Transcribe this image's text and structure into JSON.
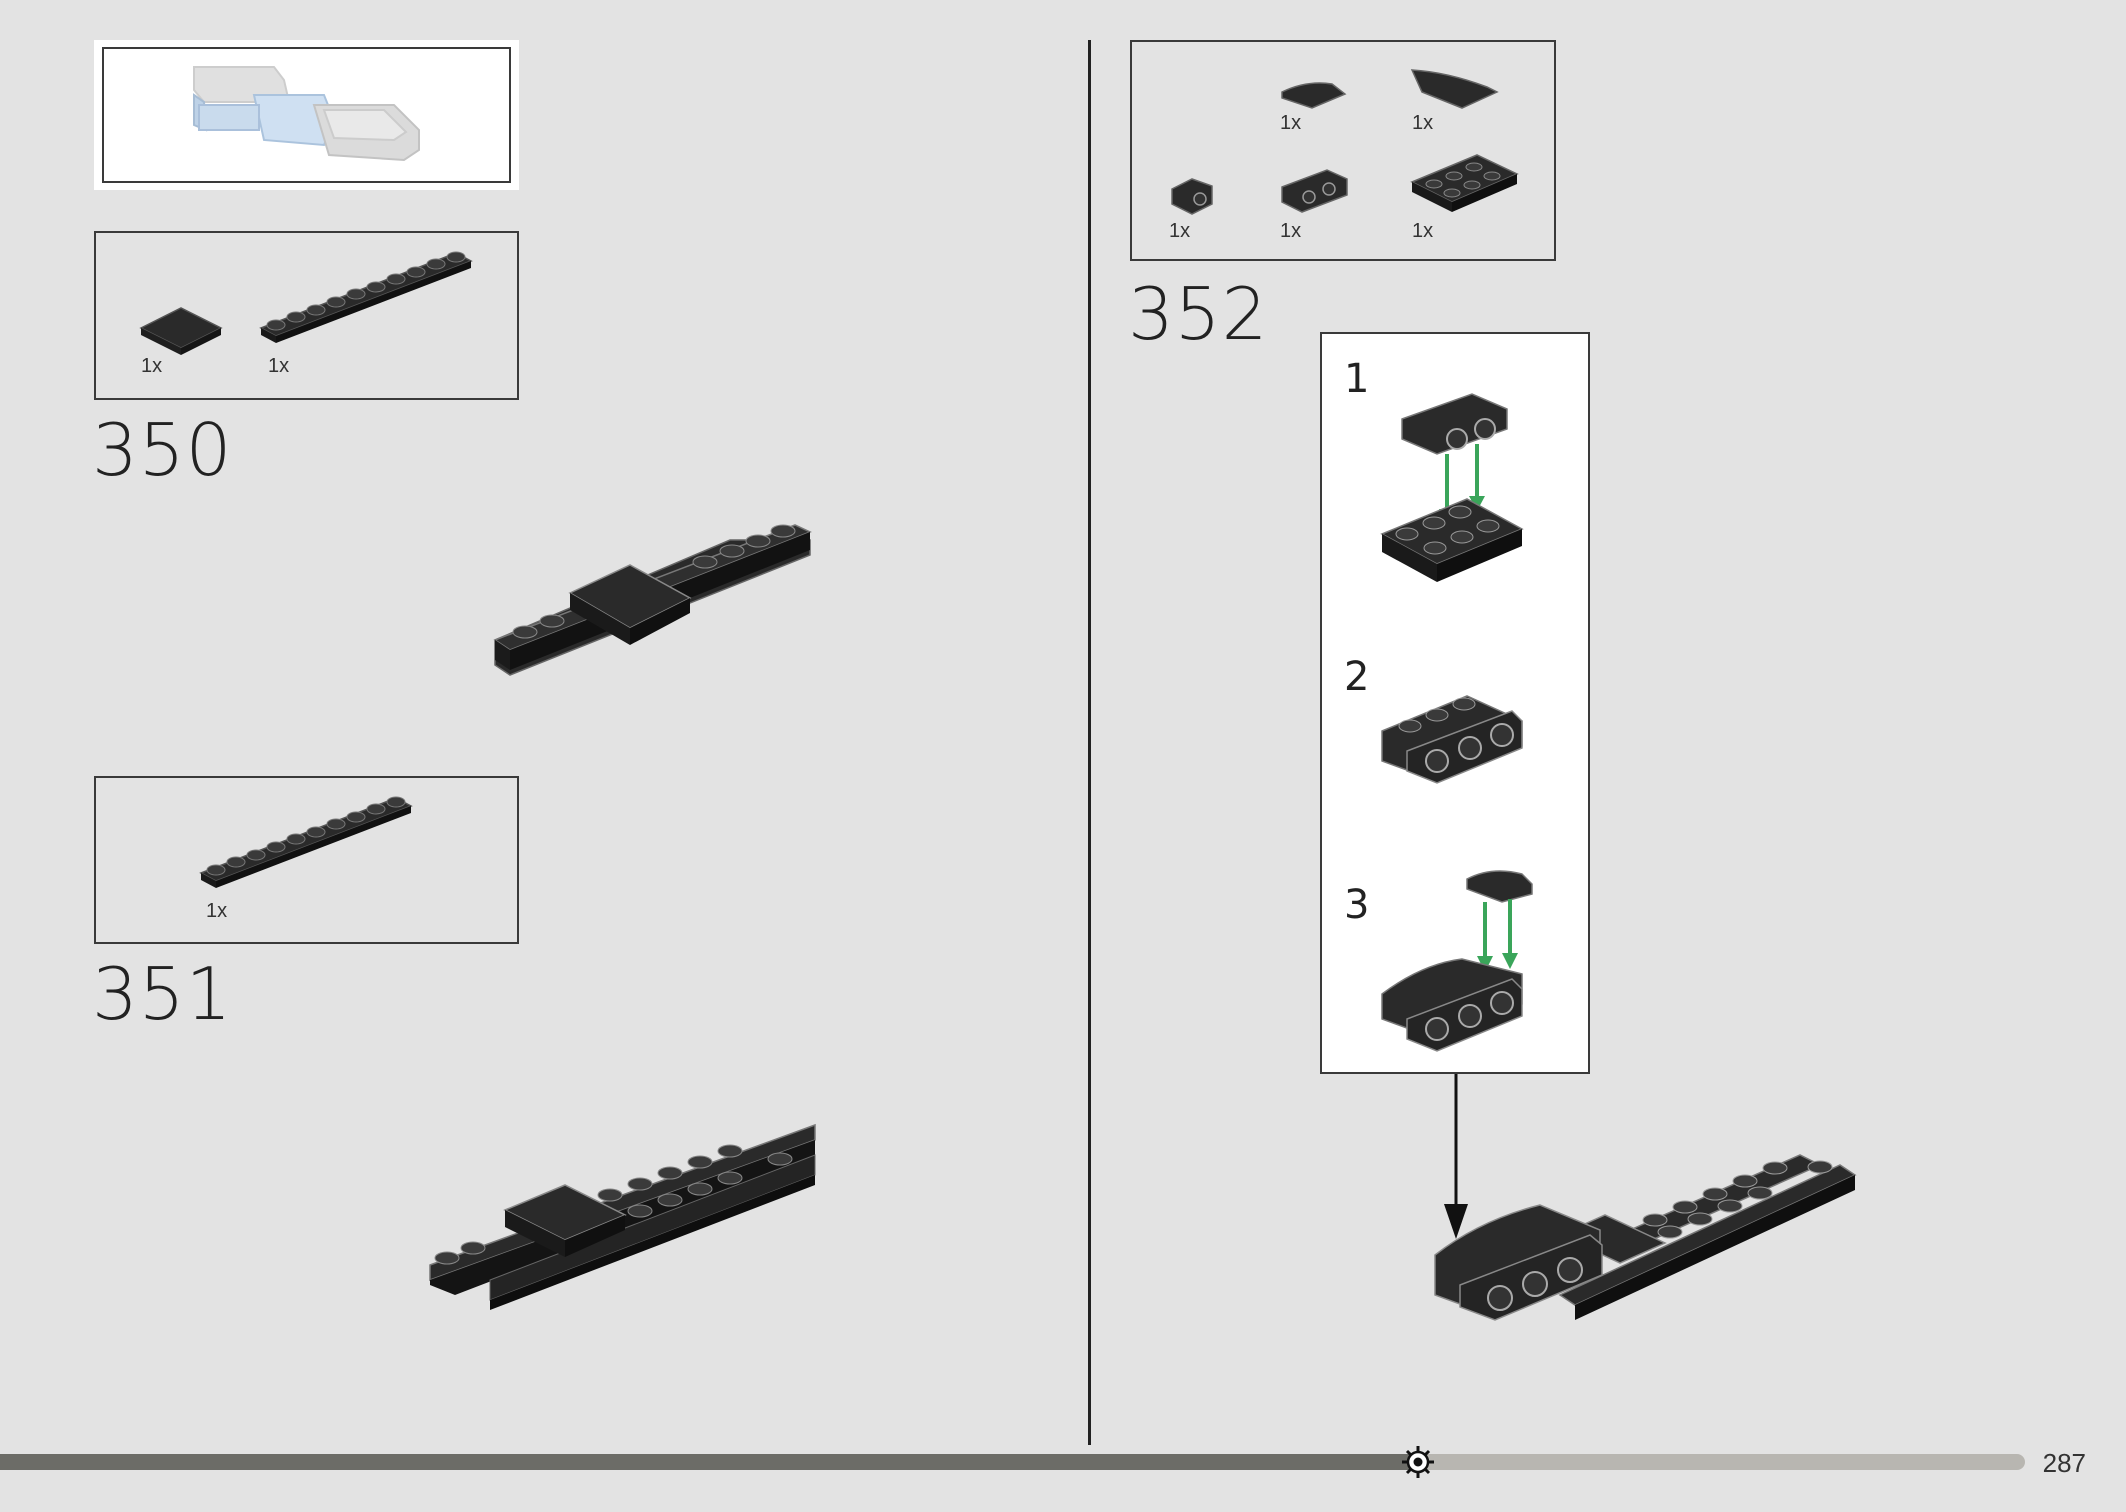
{
  "steps": [
    {
      "number": "350",
      "parts": [
        {
          "qty": "1x",
          "name": "tile-2x2"
        },
        {
          "qty": "1x",
          "name": "plate-1x10"
        }
      ]
    },
    {
      "number": "351",
      "parts": [
        {
          "qty": "1x",
          "name": "plate-1x10"
        }
      ]
    },
    {
      "number": "352",
      "parts": [
        {
          "qty": "1x",
          "name": "curved-slope-small"
        },
        {
          "qty": "1x",
          "name": "curved-slope-large"
        },
        {
          "qty": "1x",
          "name": "bracket-1x1"
        },
        {
          "qty": "1x",
          "name": "bracket-1x2"
        },
        {
          "qty": "1x",
          "name": "plate-2x3"
        }
      ],
      "substeps": [
        "1",
        "2",
        "3"
      ]
    }
  ],
  "page_number": "287",
  "progress": 0.7,
  "colors": {
    "background": "#e3e3e3",
    "brick": "#2a2a2a",
    "arrow": "#3aa55a",
    "progress_dark": "#6b6b66",
    "progress_light": "#b5b3ae"
  },
  "icons": [
    "gear-icon"
  ]
}
